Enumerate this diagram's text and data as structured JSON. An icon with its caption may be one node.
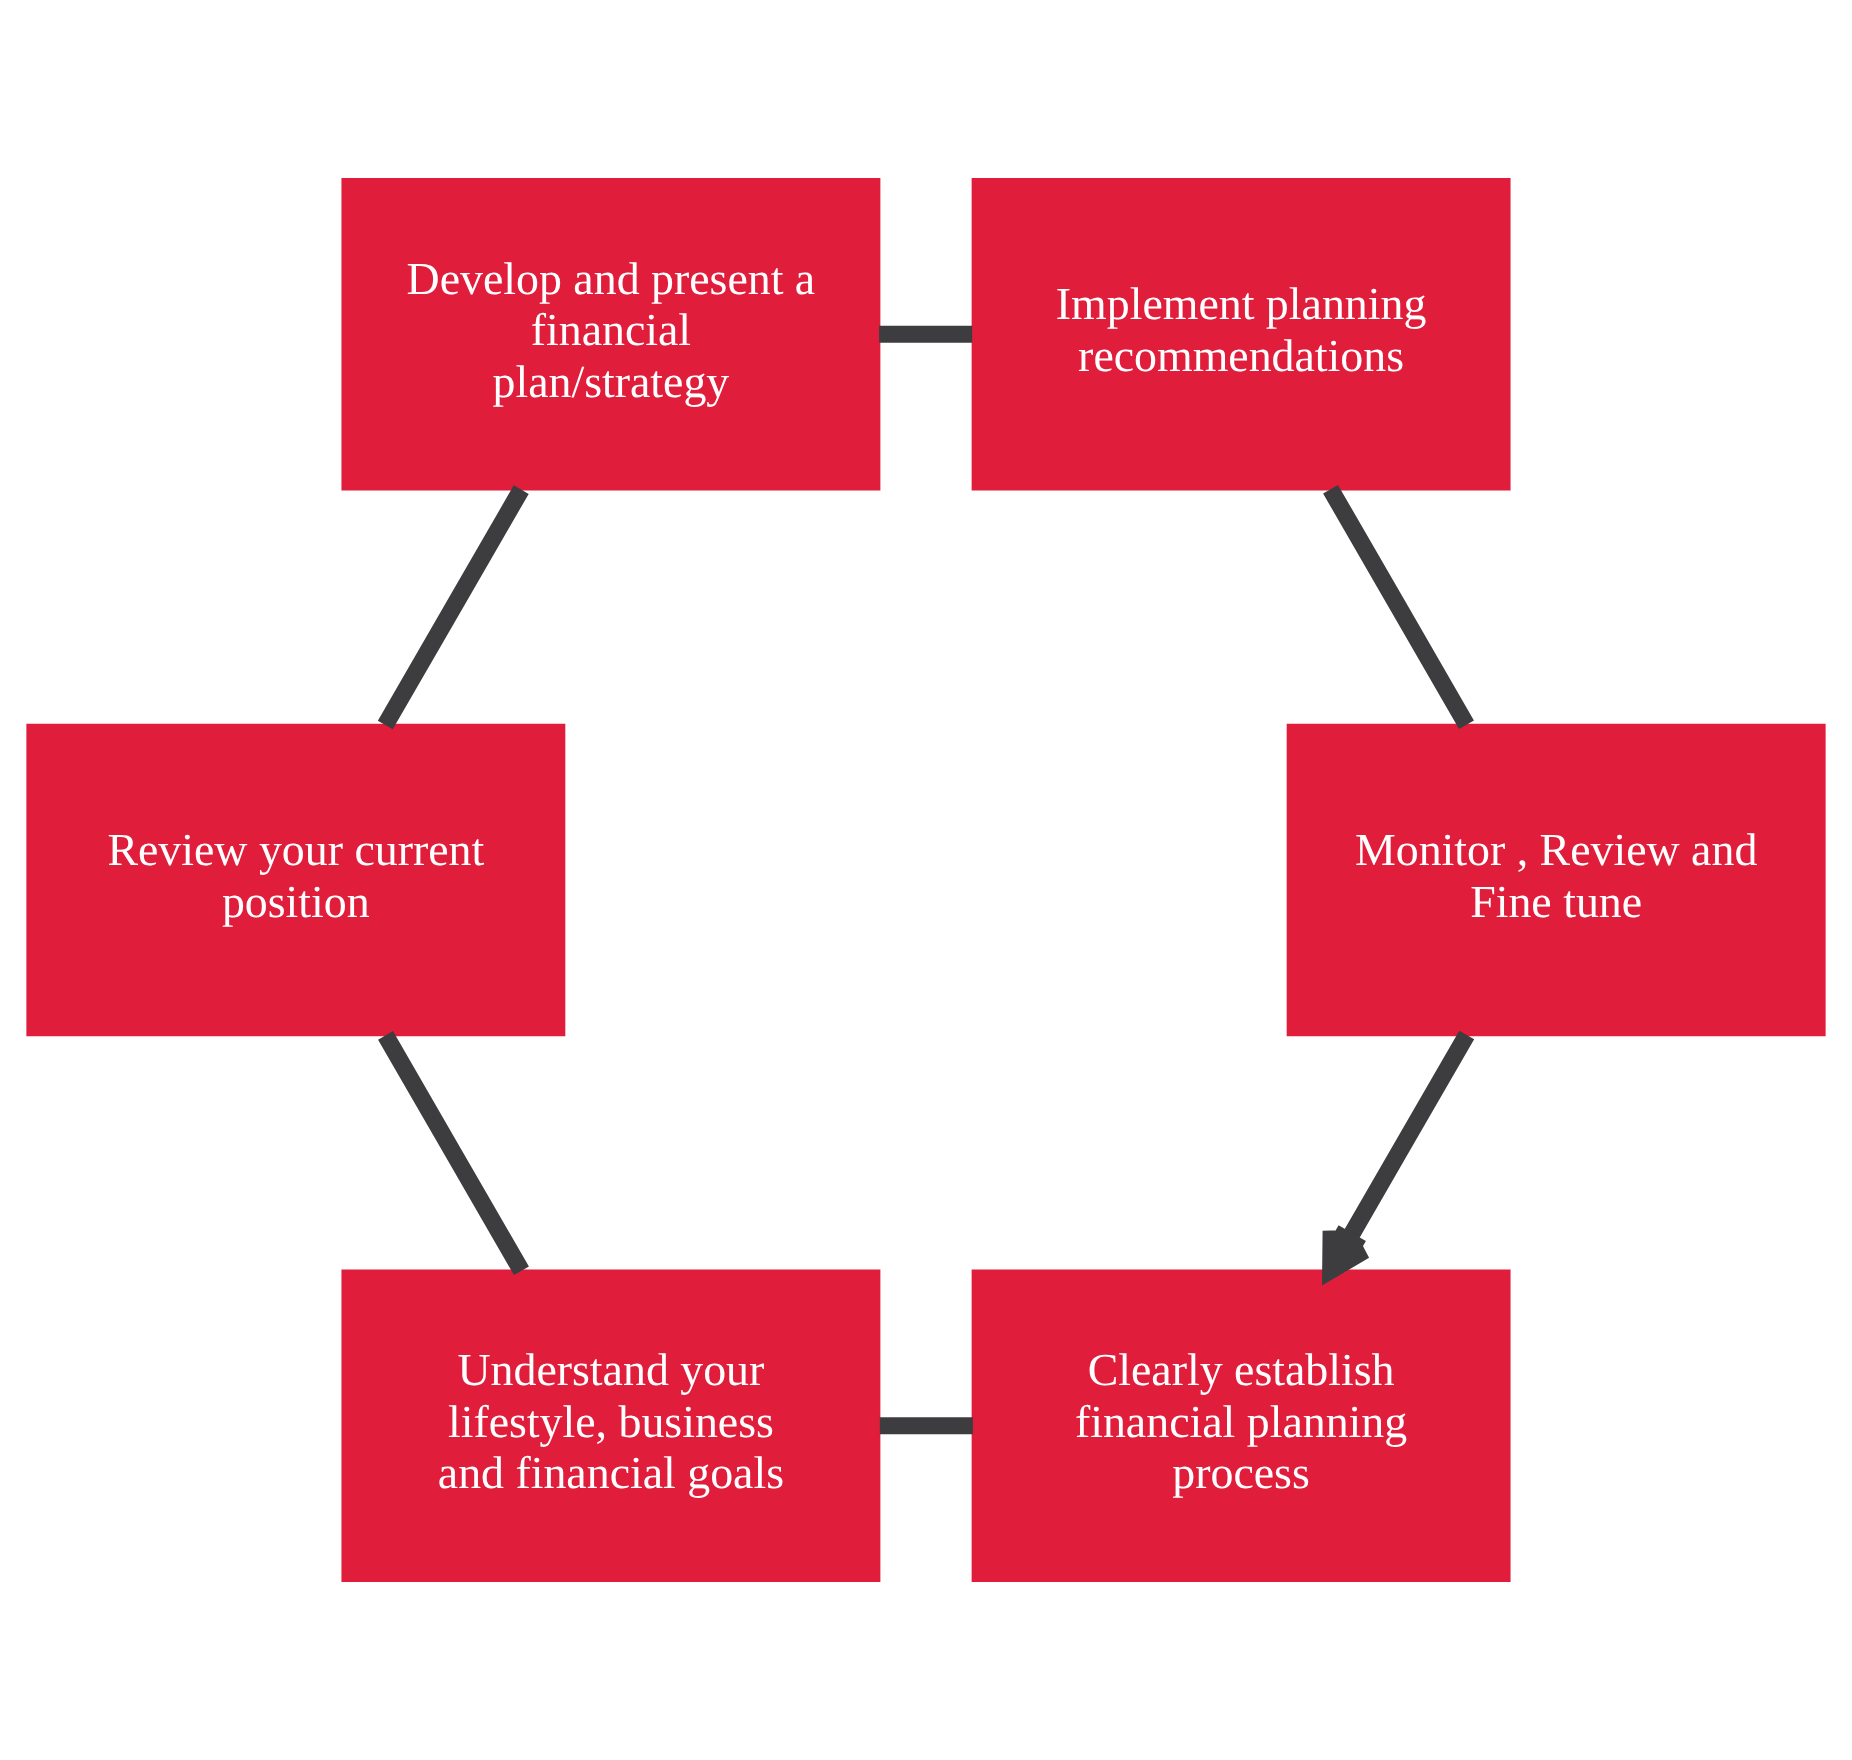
{
  "diagram": {
    "nodes": [
      {
        "text": [
          "Clearly establish financial planning process"
        ]
      },
      {
        "text": [
          "Understand your lifestyle, business and financial goals"
        ]
      },
      {
        "text": [
          "Review your current position"
        ]
      },
      {
        "text": [
          "Develop and present a financial plan/strategy"
        ]
      },
      {
        "text": [
          "Implement planning recommendations"
        ]
      },
      {
        "text": [
          "Monitor , Review and Fine tune"
        ]
      }
    ],
    "edges": [
      {
        "from": 0,
        "to": 1,
        "arrow": "none"
      },
      {
        "from": 1,
        "to": 2,
        "arrow": "none"
      },
      {
        "from": 2,
        "to": 3,
        "arrow": "none"
      },
      {
        "from": 3,
        "to": 4,
        "arrow": "none"
      },
      {
        "from": 4,
        "to": 5,
        "arrow": "none"
      },
      {
        "from": 5,
        "to": 0,
        "arrow": "to"
      }
    ]
  }
}
